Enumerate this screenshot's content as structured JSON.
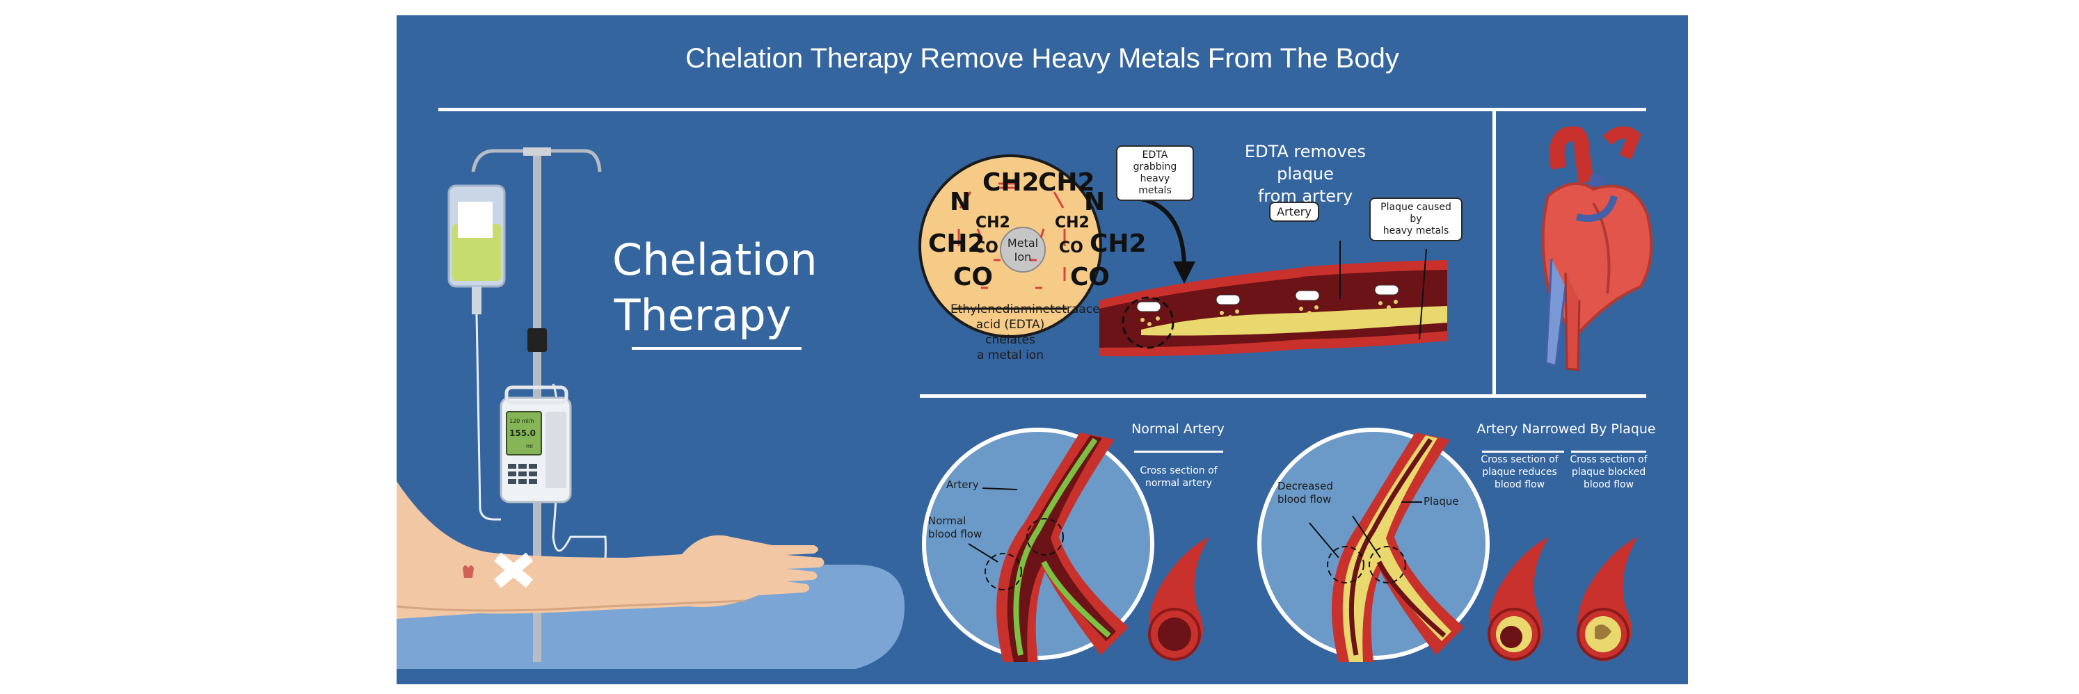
{
  "title": "Chelation Therapy Remove Heavy Metals From The Body",
  "left_panel": {
    "heading": "Chelation Therapy"
  },
  "edta": {
    "molecule": {
      "top_left": "CH2",
      "top_right": "CH2",
      "n_left": "N",
      "n_right": "N",
      "inner_ch2_left": "CH2",
      "inner_ch2_right": "CH2",
      "outer_ch2_left": "CH2",
      "outer_ch2_right": "CH2",
      "inner_co_left": "CO",
      "inner_co_right": "CO",
      "co_left": "CO",
      "co_right": "CO",
      "metal_ion": "Metal\nIon"
    },
    "caption": "Ethylenediaminetetraacetic\nacid (EDTA) chelates\na metal ion",
    "callout_grab": "EDTA grabbing\nheavy metals",
    "removes_title": "EDTA removes plaque\nfrom artery",
    "callout_artery": "Artery",
    "callout_plaque": "Plaque caused by\nheavy metals"
  },
  "normal": {
    "title": "Normal Artery",
    "cross_caption": "Cross section of\nnormal artery",
    "label_artery": "Artery",
    "label_flow": "Normal\nblood flow"
  },
  "narrowed": {
    "title": "Artery Narrowed By Plaque",
    "caption_reduces": "Cross section of\nplaque reduces\nblood flow",
    "caption_blocked": "Cross section of\nplaque blocked\nblood flow",
    "label_decreased": "Decreased\nblood flow",
    "label_plaque": "Plaque"
  },
  "pump_screen": {
    "line1": "120 ml/h",
    "line2": "155.0",
    "line3": "ml"
  }
}
